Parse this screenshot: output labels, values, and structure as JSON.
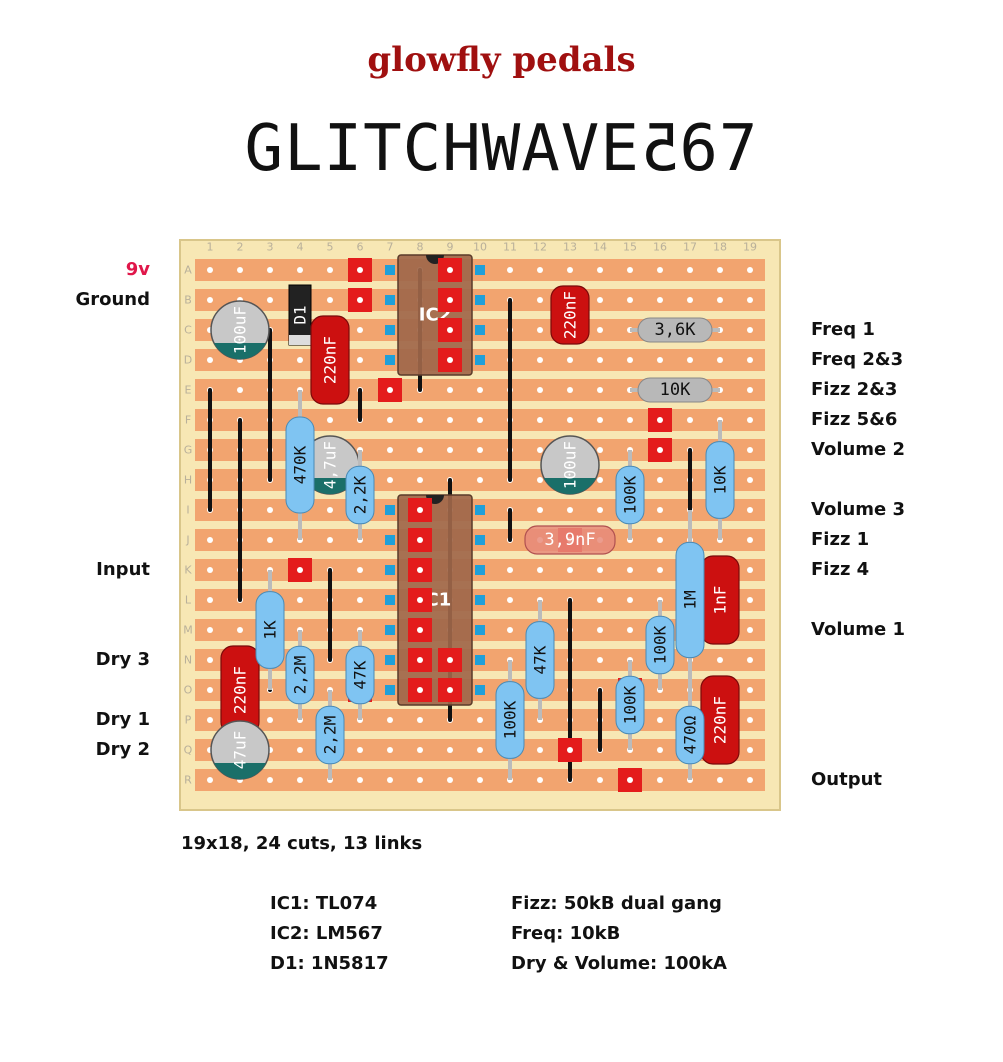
{
  "brand": "glowfly pedals",
  "title": {
    "main": "GLITCHWAVE",
    "rev": "5",
    "tail": "67"
  },
  "board": {
    "columns": [
      "1",
      "2",
      "3",
      "4",
      "5",
      "6",
      "7",
      "8",
      "9",
      "10",
      "11",
      "12",
      "13",
      "14",
      "15",
      "16",
      "17",
      "18",
      "19"
    ],
    "rows": [
      "A",
      "B",
      "C",
      "D",
      "E",
      "F",
      "G",
      "H",
      "I",
      "J",
      "K",
      "L",
      "M",
      "N",
      "O",
      "P",
      "Q",
      "R"
    ]
  },
  "left_labels": [
    {
      "text": "9v",
      "row": "A",
      "color": "#e0174a"
    },
    {
      "text": "Ground",
      "row": "B",
      "color": "#111111"
    },
    {
      "text": "Input",
      "row": "K",
      "color": "#111111"
    },
    {
      "text": "Dry 3",
      "row": "N",
      "color": "#111111"
    },
    {
      "text": "Dry 1",
      "row": "P",
      "color": "#111111"
    },
    {
      "text": "Dry 2",
      "row": "Q",
      "color": "#111111"
    }
  ],
  "right_labels": [
    {
      "text": "Freq 1",
      "row": "C"
    },
    {
      "text": "Freq 2&3",
      "row": "D"
    },
    {
      "text": "Fizz 2&3",
      "row": "E"
    },
    {
      "text": "Fizz 5&6",
      "row": "F"
    },
    {
      "text": "Volume 2",
      "row": "G"
    },
    {
      "text": "Volume 3",
      "row": "I"
    },
    {
      "text": "Fizz 1",
      "row": "J"
    },
    {
      "text": "Fizz 4",
      "row": "K"
    },
    {
      "text": "Volume 1",
      "row": "M"
    },
    {
      "text": "Output",
      "row": "R"
    }
  ],
  "ics": [
    {
      "name": "IC2",
      "col": 8,
      "row1": 0,
      "row2": 3
    },
    {
      "name": "IC1",
      "col": 8,
      "row1": 8,
      "row2": 14
    }
  ],
  "diode": {
    "label": "D1",
    "col": 4,
    "row1": 1,
    "row2": 2
  },
  "electrolytics": [
    {
      "label": "100uF",
      "col": 2,
      "row": 2
    },
    {
      "label": "4,7uF",
      "col": 5,
      "row": 6.5
    },
    {
      "label": "100uF",
      "col": 13,
      "row": 6.5
    },
    {
      "label": "47uF",
      "col": 2,
      "row": 16
    }
  ],
  "film_caps": [
    {
      "label": "220nF",
      "col": 5,
      "row1": 2,
      "row2": 4
    },
    {
      "label": "220nF",
      "col": 13,
      "row1": 1,
      "row2": 2
    },
    {
      "label": "220nF",
      "col": 2,
      "row1": 13,
      "row2": 15
    },
    {
      "label": "220nF",
      "col": 18,
      "row1": 14,
      "row2": 16
    },
    {
      "label": "1nF",
      "col": 18,
      "row1": 10,
      "row2": 12
    }
  ],
  "ceramic_cap": {
    "label": "3,9nF",
    "col1": 12,
    "col2": 14,
    "row": 9
  },
  "resistors_horizontal": [
    {
      "label": "3,6K",
      "col1": 15,
      "col2": 18,
      "row": 2
    },
    {
      "label": "10K",
      "col1": 15,
      "col2": 18,
      "row": 4
    }
  ],
  "resistors_vertical": [
    {
      "label": "470K",
      "col": 4,
      "row1": 4,
      "row2": 9
    },
    {
      "label": "2,2K",
      "col": 6,
      "row1": 6,
      "row2": 9
    },
    {
      "label": "100K",
      "col": 15,
      "row1": 6,
      "row2": 9
    },
    {
      "label": "10K",
      "col": 18,
      "row1": 5,
      "row2": 9
    },
    {
      "label": "1M",
      "col": 17,
      "row1": 8,
      "row2": 14
    },
    {
      "label": "1K",
      "col": 3,
      "row1": 10,
      "row2": 14
    },
    {
      "label": "2,2M",
      "col": 4,
      "row1": 12,
      "row2": 15
    },
    {
      "label": "2,2M",
      "col": 5,
      "row1": 14,
      "row2": 17
    },
    {
      "label": "47K",
      "col": 6,
      "row1": 12,
      "row2": 15
    },
    {
      "label": "100K",
      "col": 11,
      "row1": 13,
      "row2": 17
    },
    {
      "label": "47K",
      "col": 12,
      "row1": 11,
      "row2": 15
    },
    {
      "label": "100K",
      "col": 16,
      "row1": 11,
      "row2": 14
    },
    {
      "label": "100K",
      "col": 15,
      "row1": 13,
      "row2": 16
    },
    {
      "label": "470Ω",
      "col": 17,
      "row1": 14,
      "row2": 17
    }
  ],
  "links": [
    {
      "col": 1,
      "row1": 4,
      "row2": 8
    },
    {
      "col": 2,
      "row1": 5,
      "row2": 11
    },
    {
      "col": 3,
      "row1": 2,
      "row2": 7
    },
    {
      "col": 3,
      "row1": 11,
      "row2": 14
    },
    {
      "col": 6,
      "row1": 4,
      "row2": 5
    },
    {
      "col": 8,
      "row1": 0,
      "row2": 4
    },
    {
      "col": 9,
      "row1": 7,
      "row2": 15
    },
    {
      "col": 11,
      "row1": 1,
      "row2": 7
    },
    {
      "col": 11,
      "row1": 8,
      "row2": 9
    },
    {
      "col": 5,
      "row1": 10,
      "row2": 13
    },
    {
      "col": 13,
      "row1": 11,
      "row2": 17
    },
    {
      "col": 14,
      "row1": 14,
      "row2": 16
    },
    {
      "col": 17,
      "row1": 6,
      "row2": 8
    }
  ],
  "cuts": [
    {
      "col": 6,
      "row": 0
    },
    {
      "col": 6,
      "row": 1
    },
    {
      "col": 7,
      "row": 4
    },
    {
      "col": 16,
      "row": 5
    },
    {
      "col": 16,
      "row": 6
    },
    {
      "col": 4,
      "row": 10
    },
    {
      "col": 13,
      "row": 16
    },
    {
      "col": 15,
      "row": 17
    },
    {
      "col": 13,
      "row": 9
    },
    {
      "col": 6,
      "row": 14
    },
    {
      "col": 15,
      "row": 14
    },
    {
      "col": 9,
      "row": 0
    },
    {
      "col": 9,
      "row": 1
    },
    {
      "col": 9,
      "row": 2
    },
    {
      "col": 9,
      "row": 3
    },
    {
      "col": 8,
      "row": 8
    },
    {
      "col": 8,
      "row": 9
    },
    {
      "col": 8,
      "row": 10
    },
    {
      "col": 8,
      "row": 11
    },
    {
      "col": 8,
      "row": 12
    },
    {
      "col": 9,
      "row": 13
    },
    {
      "col": 9,
      "row": 14
    },
    {
      "col": 8,
      "row": 13
    },
    {
      "col": 8,
      "row": 14
    }
  ],
  "summary": "19x18, 24 cuts, 13 links",
  "parts_left": [
    "IC1: TL074",
    "IC2: LM567",
    "D1: 1N5817"
  ],
  "parts_right": [
    "Fizz: 50kB dual gang",
    "Freq: 10kB",
    "Dry & Volume: 100kA"
  ],
  "colors": {
    "board": "#f7e7b4",
    "strip": "#f2a46f",
    "hole": "#ffffff",
    "cut": "#e41c1c",
    "ic_body": "#a0674a",
    "ic_pin": "#1f9fd8",
    "resistor": "#7fc4f2",
    "resistor_grey": "#b8b8b8",
    "film_cap": "#cc1010",
    "electrolytic": "#c8c8c8",
    "electrolytic_band": "#1a6f69",
    "link": "#111111",
    "brand": "#a01010"
  }
}
